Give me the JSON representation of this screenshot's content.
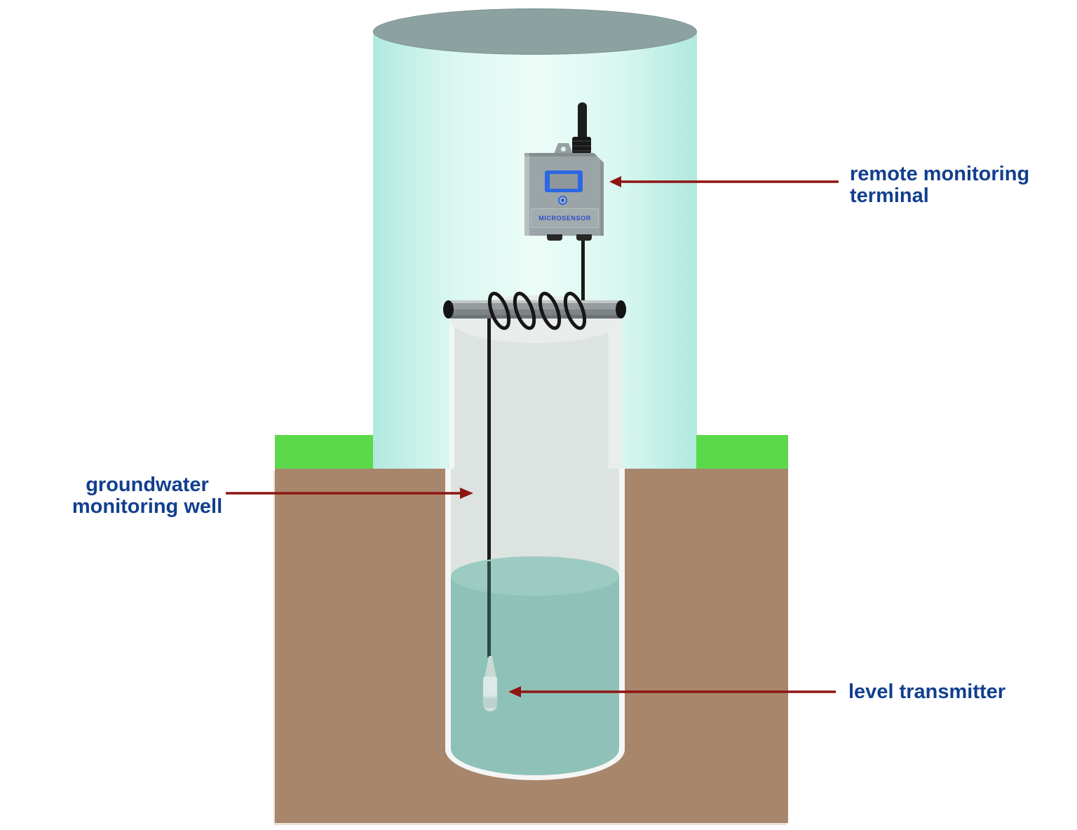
{
  "diagram": {
    "labels": {
      "remote_terminal": "remote monitoring\nterminal",
      "monitoring_well": "groundwater\nmonitoring well",
      "level_transmitter": "level transmitter"
    },
    "device": {
      "brand": "MICROSENSOR"
    },
    "colors": {
      "label-blue": "#123f8e",
      "arrow-red": "#8f1511",
      "grass-green": "#5cd94a",
      "soil-brown": "#a8866c",
      "enclosure-mint-edge": "#b0e9df",
      "enclosure-mint-center": "#edfdf8",
      "enclosure-cap-gray": "#8ba2a0",
      "well-gray": "#dce3e1",
      "well-wall-white": "#f4f6f5",
      "water-teal": "#8ec2b9",
      "water-surface-teal": "#9ccbc1",
      "device-gray": "#9ba4a7",
      "device-panel-gray": "#a2abad",
      "display-blue": "#2d68e4",
      "brand-blue": "#2b50c8",
      "cable-black": "#1a1a1a"
    }
  }
}
